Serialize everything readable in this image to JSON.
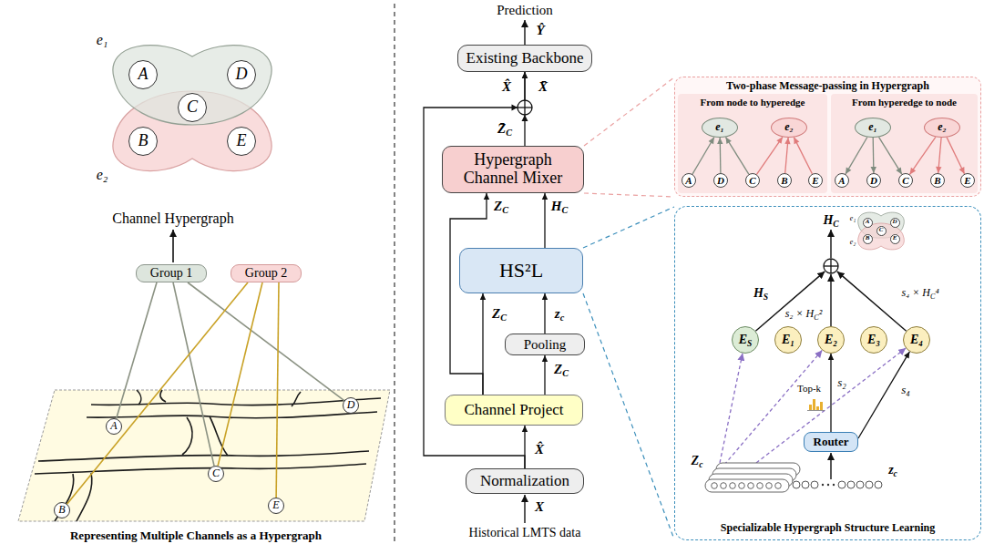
{
  "diagram": {
    "nodes": [
      {
        "text": [
          "A"
        ]
      },
      {
        "text": [
          "D"
        ]
      },
      {
        "text": [
          "C"
        ]
      },
      {
        "text": [
          "B"
        ]
      },
      {
        "text": [
          "E"
        ]
      },
      {
        "text": [
          "Group 1"
        ]
      },
      {
        "text": [
          "Group 2"
        ]
      },
      {
        "text": [
          "A"
        ]
      },
      {
        "text": [
          "D"
        ]
      },
      {
        "text": [
          "C"
        ]
      },
      {
        "text": [
          "B"
        ]
      },
      {
        "text": [
          "E"
        ]
      },
      {
        "text": [
          "Existing Backbone"
        ]
      },
      {
        "text": [
          "Hypergraph Channel Mixer"
        ]
      },
      {
        "text": [
          "HS²L"
        ]
      },
      {
        "text": [
          "Pooling"
        ]
      },
      {
        "text": [
          "Channel Project"
        ]
      },
      {
        "text": [
          "Normalization"
        ]
      },
      {
        "text": [
          "Two-phase Message-passing in Hypergraph"
        ]
      },
      {
        "text": [
          "From node to hyperedge"
        ],
        "in": 18
      },
      {
        "text": [
          "e₁"
        ],
        "in": 19
      },
      {
        "text": [
          "e₂"
        ],
        "in": 19
      },
      {
        "text": [
          "A"
        ],
        "in": 19
      },
      {
        "text": [
          "D"
        ],
        "in": 19
      },
      {
        "text": [
          "C"
        ],
        "in": 19
      },
      {
        "text": [
          "B"
        ],
        "in": 19
      },
      {
        "text": [
          "E"
        ],
        "in": 19
      },
      {
        "text": [
          "From hyperedge to node"
        ],
        "in": 18
      },
      {
        "text": [
          "e₁"
        ],
        "in": 27
      },
      {
        "text": [
          "e₂"
        ],
        "in": 27
      },
      {
        "text": [
          "A"
        ],
        "in": 27
      },
      {
        "text": [
          "D"
        ],
        "in": 27
      },
      {
        "text": [
          "C"
        ],
        "in": 27
      },
      {
        "text": [
          "B"
        ],
        "in": 27
      },
      {
        "text": [
          "E"
        ],
        "in": 27
      },
      {
        "text": [
          "Specializable Hypergraph Structure Learning"
        ]
      },
      {
        "text": [
          "ES"
        ],
        "in": 35
      },
      {
        "text": [
          "E₁"
        ],
        "in": 35
      },
      {
        "text": [
          "E₂"
        ],
        "in": 35
      },
      {
        "text": [
          "E₃"
        ],
        "in": 35
      },
      {
        "text": [
          "E₄"
        ],
        "in": 35
      },
      {
        "text": [
          "Router"
        ],
        "in": 35
      },
      {
        "text": [
          "A"
        ],
        "in": 35
      },
      {
        "text": [
          "D"
        ],
        "in": 35
      },
      {
        "text": [
          "C"
        ],
        "in": 35
      },
      {
        "text": [
          "B"
        ],
        "in": 35
      },
      {
        "text": [
          "E"
        ],
        "in": 35
      }
    ],
    "edges": [
      {
        "from": 5,
        "to": 7,
        "arrow": "none"
      },
      {
        "from": 5,
        "to": 9,
        "arrow": "none"
      },
      {
        "from": 5,
        "to": 8,
        "arrow": "none"
      },
      {
        "from": 6,
        "to": 10,
        "arrow": "none"
      },
      {
        "from": 6,
        "to": 9,
        "arrow": "none"
      },
      {
        "from": 6,
        "to": 11,
        "arrow": "none"
      },
      {
        "from": 17,
        "to": 16,
        "arrow": "to",
        "label": "X̂"
      },
      {
        "from": 16,
        "to": 15,
        "arrow": "to",
        "label": "ZC"
      },
      {
        "from": 15,
        "to": 14,
        "arrow": "to",
        "label": "zc"
      },
      {
        "from": 16,
        "to": 14,
        "arrow": "to",
        "label": "ZC"
      },
      {
        "from": 16,
        "to": 13,
        "arrow": "to",
        "label": "ZC"
      },
      {
        "from": 14,
        "to": 13,
        "arrow": "to",
        "label": "HC"
      },
      {
        "from": 13,
        "to": 12,
        "arrow": "to",
        "label": "Z̄C"
      },
      {
        "from": 17,
        "to": 12,
        "arrow": "to",
        "label": "X̂"
      },
      {
        "from": 22,
        "to": 20,
        "arrow": "to"
      },
      {
        "from": 23,
        "to": 20,
        "arrow": "to"
      },
      {
        "from": 24,
        "to": 20,
        "arrow": "to"
      },
      {
        "from": 24,
        "to": 21,
        "arrow": "to"
      },
      {
        "from": 25,
        "to": 21,
        "arrow": "to"
      },
      {
        "from": 26,
        "to": 21,
        "arrow": "to"
      },
      {
        "from": 28,
        "to": 30,
        "arrow": "to"
      },
      {
        "from": 28,
        "to": 31,
        "arrow": "to"
      },
      {
        "from": 28,
        "to": 32,
        "arrow": "to"
      },
      {
        "from": 29,
        "to": 32,
        "arrow": "to"
      },
      {
        "from": 29,
        "to": 33,
        "arrow": "to"
      },
      {
        "from": 29,
        "to": 34,
        "arrow": "to"
      },
      {
        "from": 41,
        "to": 38,
        "arrow": "to",
        "label": "s₂"
      },
      {
        "from": 41,
        "to": 40,
        "arrow": "to",
        "label": "s₄"
      }
    ],
    "labels": [
      "e₁",
      "e₂",
      "Channel Hypergraph",
      "Representing Multiple Channels as a Hypergraph",
      "Prediction",
      "Ŷ",
      "X̄",
      "Historical LMTS data",
      "X",
      "HC",
      "e₁",
      "e₂",
      "HS",
      "s₂ × HC²",
      "s₄ × HC⁴",
      "Top-k",
      "Zc",
      "zc"
    ]
  }
}
